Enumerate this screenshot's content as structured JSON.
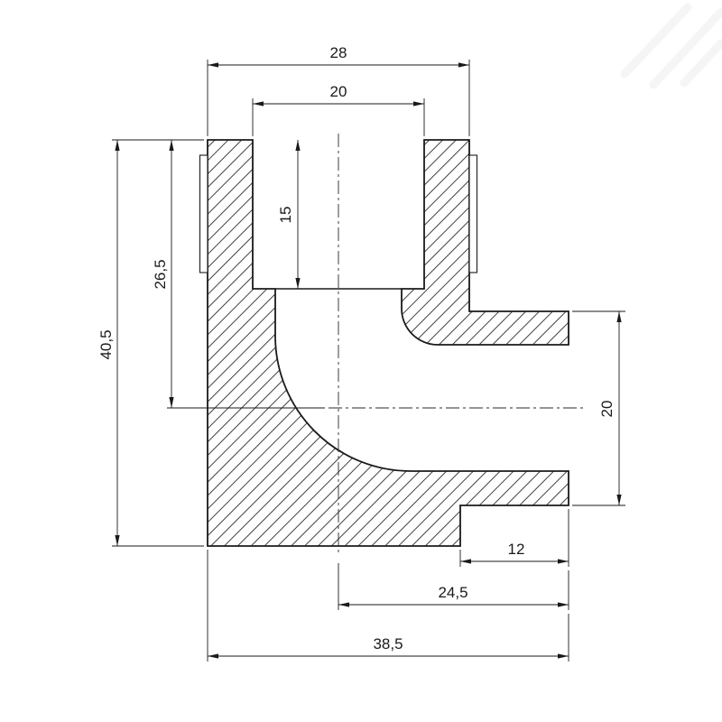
{
  "colors": {
    "ink": "#1a1a1a",
    "paper": "#ffffff"
  },
  "drawing": {
    "dim_labels": {
      "top_outer_width": "28",
      "socket_bore_width": "20",
      "socket_depth": "15",
      "face_to_axis": "26,5",
      "overall_height": "40,5",
      "spigot_diameter": "20",
      "spigot_length": "12",
      "axis_to_end": "24,5",
      "overall_width": "38,5"
    }
  }
}
